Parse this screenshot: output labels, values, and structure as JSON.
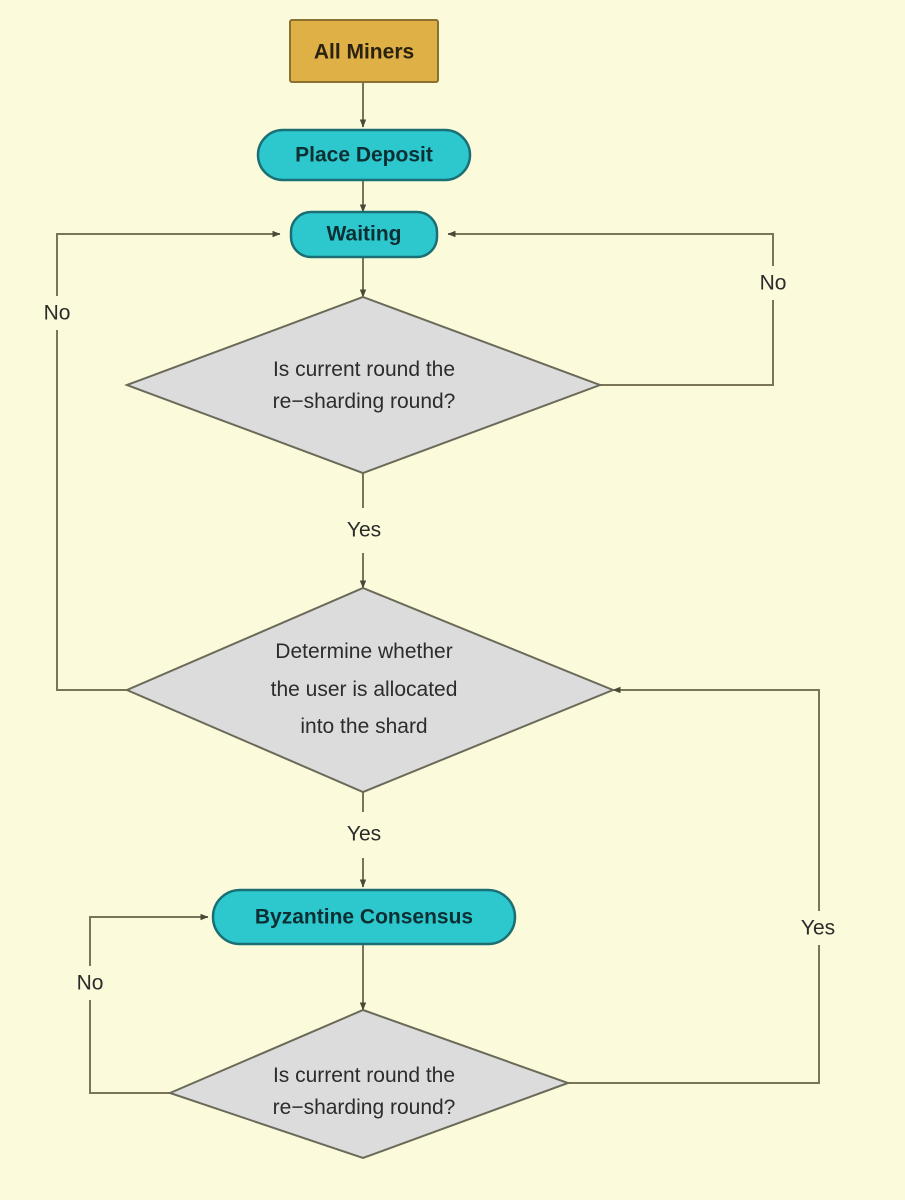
{
  "diagram": {
    "title": "Miner re-sharding consensus flowchart",
    "background_color": "#fbfbdc",
    "colors": {
      "start_fill": "#deb046",
      "start_stroke": "#8a7131",
      "process_fill": "#2cc8cd",
      "process_stroke": "#1b6f74",
      "decision_fill": "#dcdcdc",
      "decision_stroke": "#6b6a59",
      "connector": "#7a7558"
    },
    "nodes": {
      "all_miners": {
        "label": "All Miners",
        "shape": "rectangle"
      },
      "place_deposit": {
        "label": "Place Deposit",
        "shape": "rounded"
      },
      "waiting": {
        "label": "Waiting",
        "shape": "rounded"
      },
      "decision_resharding_top": {
        "shape": "diamond",
        "line1": "Is current round the",
        "line2": "re−sharding round?"
      },
      "decision_allocated": {
        "shape": "diamond",
        "line1": "Determine whether",
        "line2": "the user is allocated",
        "line3": "into the shard"
      },
      "byzantine_consensus": {
        "label": "Byzantine Consensus",
        "shape": "rounded"
      },
      "decision_resharding_bottom": {
        "shape": "diamond",
        "line1": "Is current round the",
        "line2": "re−sharding round?"
      }
    },
    "edge_labels": {
      "no_left_top": "No",
      "no_right_top": "No",
      "yes_top": "Yes",
      "yes_middle": "Yes",
      "yes_right_bottom": "Yes",
      "no_bottom_left": "No"
    }
  }
}
